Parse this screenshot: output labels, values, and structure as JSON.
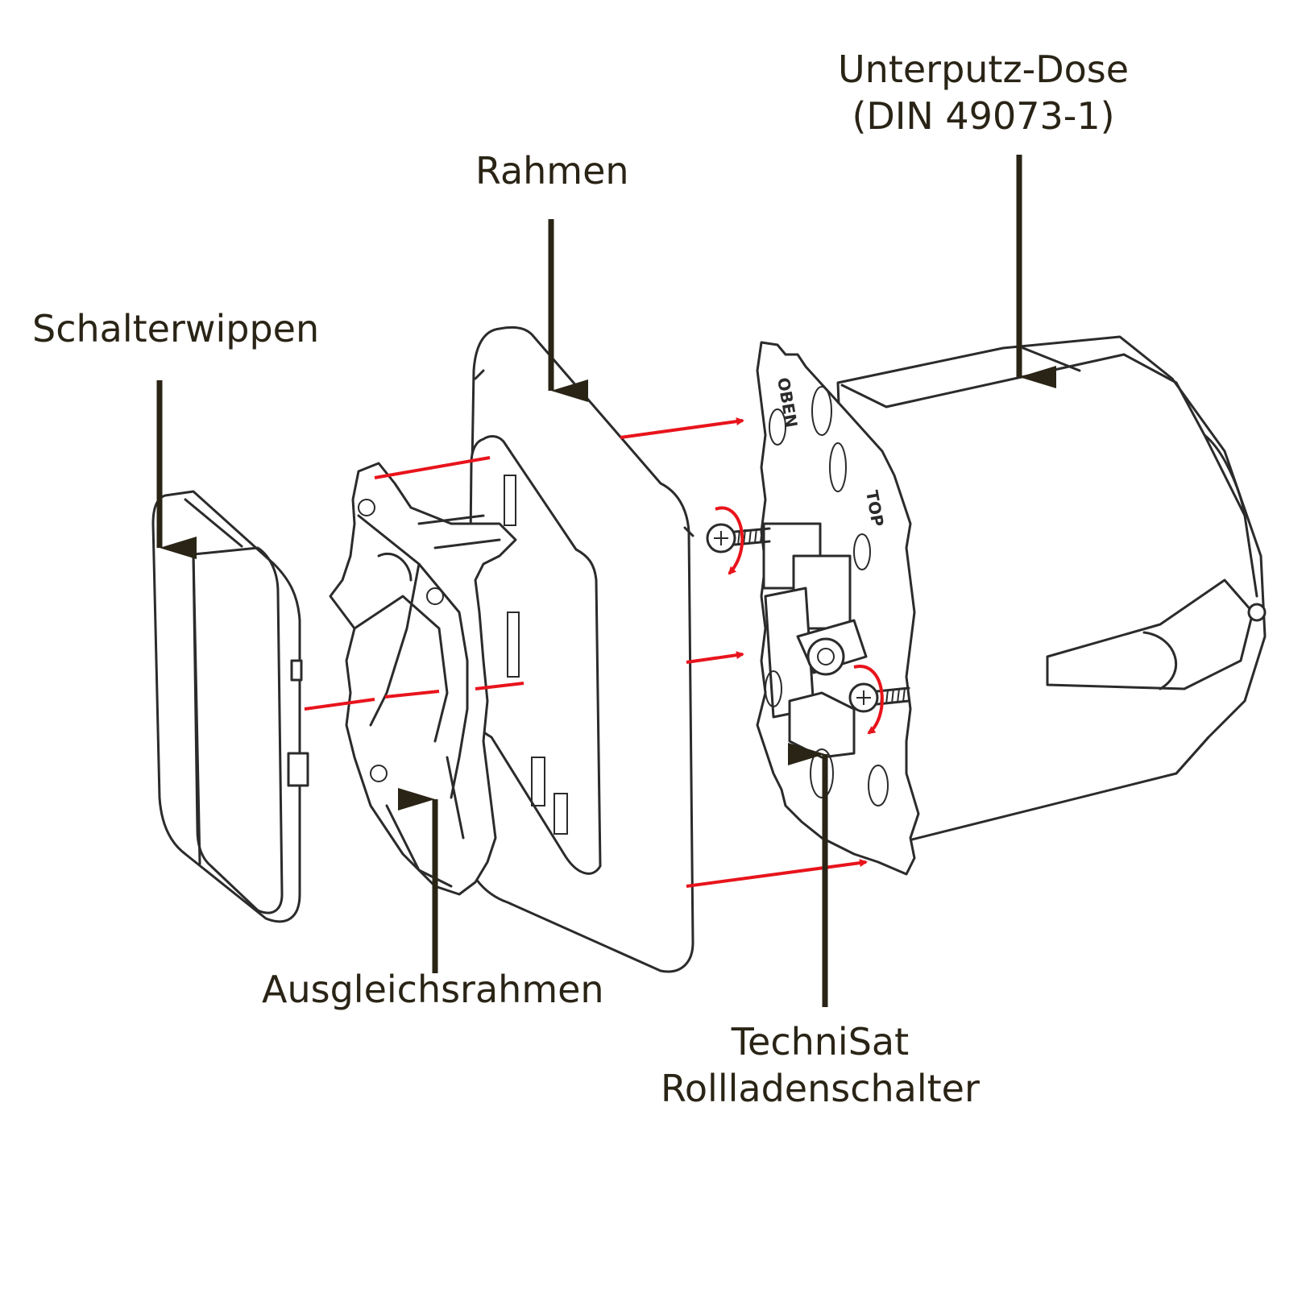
{
  "labels": {
    "rocker": "Schalterwippen",
    "frame": "Rahmen",
    "flush_box_line1": "Unterputz-Dose",
    "flush_box_line2": "(DIN 49073-1)",
    "adapter_frame": "Ausgleichsrahmen",
    "switch_line1": "TechniSat",
    "switch_line2": "Rollladenschalter"
  },
  "insert_markings": {
    "oben": "OBEN",
    "top": "TOP"
  },
  "colors": {
    "label_text": "#2a2416",
    "pointer_arrow": "#2a2416",
    "guide_arrow": "#e8141c",
    "outline": "#2b2b2b",
    "background": "#ffffff"
  }
}
